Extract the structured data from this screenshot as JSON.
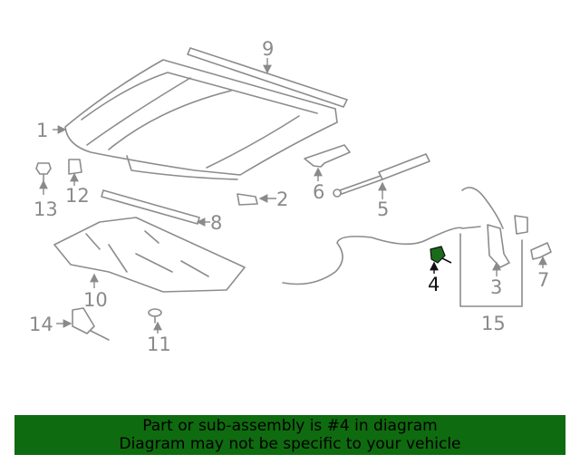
{
  "diagram": {
    "callouts": [
      "1",
      "2",
      "3",
      "4",
      "5",
      "6",
      "7",
      "8",
      "9",
      "10",
      "11",
      "12",
      "13",
      "14",
      "15"
    ],
    "highlighted_callout": "4",
    "colors": {
      "part_stroke": "#8c8c8c",
      "label": "#8a8a8a",
      "highlight": "#1a6b1a",
      "highlight_label": "#111111"
    }
  },
  "banner": {
    "line1": "Part or sub-assembly is #4 in diagram",
    "line2": "Diagram may not be specific to your vehicle",
    "background": "#0f6b0f"
  }
}
